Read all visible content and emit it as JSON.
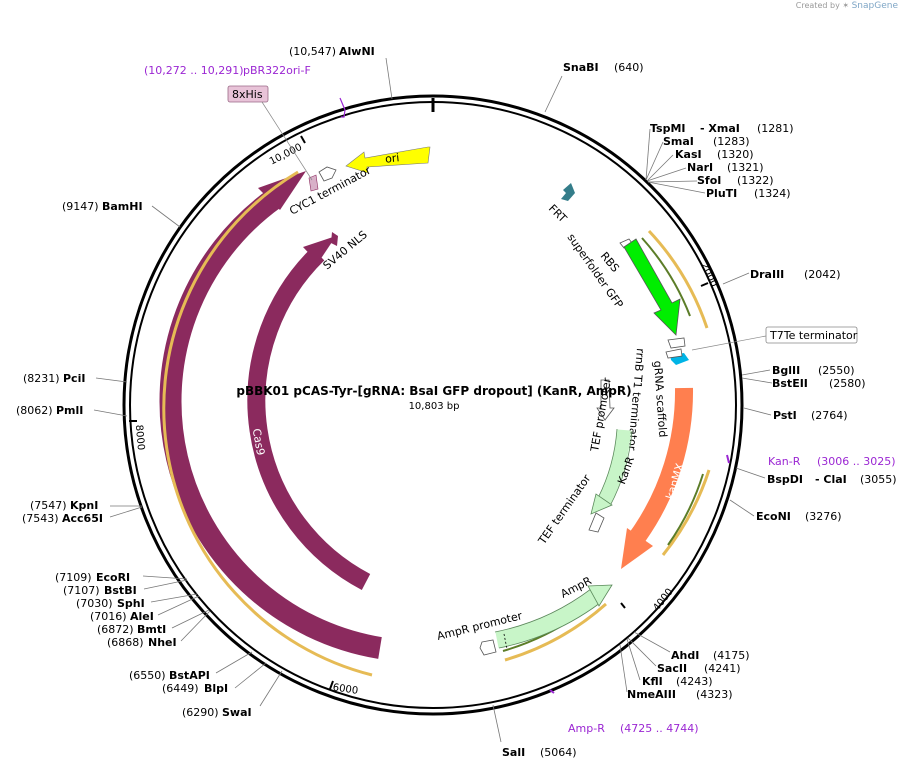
{
  "credit": {
    "prefix": "Created by",
    "brand": "SnapGene"
  },
  "map": {
    "title": "pBBK01 pCAS-Tyr-[gRNA: BsaI GFP dropout] (KanR, AmpR)",
    "length": "10,803 bp",
    "total_bp": 10803
  },
  "ticks": [
    "2000",
    "4000",
    "6000",
    "8000",
    "10,000"
  ],
  "features": [
    {
      "name": "Cas9",
      "type": "cds"
    },
    {
      "name": "Cas9",
      "type": "cds"
    },
    {
      "name": "ori",
      "type": "rep_origin"
    },
    {
      "name": "CYC1 terminator",
      "type": "terminator"
    },
    {
      "name": "SV40 NLS",
      "type": "misc"
    },
    {
      "name": "8xHis",
      "type": "tag"
    },
    {
      "name": "FRT",
      "type": "misc"
    },
    {
      "name": "RBS",
      "type": "rbs"
    },
    {
      "name": "superfolder GFP",
      "type": "cds"
    },
    {
      "name": "T7Te terminator",
      "type": "terminator"
    },
    {
      "name": "gRNA scaffold",
      "type": "misc"
    },
    {
      "name": "rrnB T1 terminator",
      "type": "terminator"
    },
    {
      "name": "kanMX",
      "type": "cds"
    },
    {
      "name": "TEF promoter",
      "type": "promoter"
    },
    {
      "name": "KanR",
      "type": "cds"
    },
    {
      "name": "TEF terminator",
      "type": "terminator"
    },
    {
      "name": "AmpR",
      "type": "cds"
    },
    {
      "name": "AmpR promoter",
      "type": "promoter"
    }
  ],
  "primers": [
    {
      "range": "(10,272 .. 10,291)",
      "name": "pBR322ori-F"
    },
    {
      "name": "Kan-R",
      "range": "(3006 .. 3025)"
    },
    {
      "name": "Amp-R",
      "range": "(4725 .. 4744)"
    }
  ],
  "sites": [
    {
      "pos": "(10,547)",
      "name": "AlwNI"
    },
    {
      "name": "SnaBI",
      "pos": "(640)"
    },
    {
      "name": "TspMI",
      "sep": "- XmaI",
      "pos": "(1281)"
    },
    {
      "name": "SmaI",
      "pos": "(1283)"
    },
    {
      "name": "KasI",
      "pos": "(1320)"
    },
    {
      "name": "NarI",
      "pos": "(1321)"
    },
    {
      "name": "SfoI",
      "pos": "(1322)"
    },
    {
      "name": "PluTI",
      "pos": "(1324)"
    },
    {
      "name": "DraIII",
      "pos": "(2042)"
    },
    {
      "name": "BglII",
      "pos": "(2550)"
    },
    {
      "name": "BstEII",
      "pos": "(2580)"
    },
    {
      "name": "PstI",
      "pos": "(2764)"
    },
    {
      "name": "BspDI",
      "sep": "- ClaI",
      "pos": "(3055)"
    },
    {
      "name": "EcoNI",
      "pos": "(3276)"
    },
    {
      "name": "AhdI",
      "pos": "(4175)"
    },
    {
      "name": "SacII",
      "pos": "(4241)"
    },
    {
      "name": "KflI",
      "pos": "(4243)"
    },
    {
      "name": "NmeAIII",
      "pos": "(4323)"
    },
    {
      "name": "SalI",
      "pos": "(5064)"
    },
    {
      "pos": "(6290)",
      "name": "SwaI"
    },
    {
      "pos": "(6449)",
      "name": "BlpI"
    },
    {
      "pos": "(6550)",
      "name": "BstAPI"
    },
    {
      "pos": "(6868)",
      "name": "NheI"
    },
    {
      "pos": "(6872)",
      "name": "BmtI"
    },
    {
      "pos": "(7016)",
      "name": "AleI"
    },
    {
      "pos": "(7030)",
      "name": "SphI"
    },
    {
      "pos": "(7107)",
      "name": "BstBI"
    },
    {
      "pos": "(7109)",
      "name": "EcoRI"
    },
    {
      "pos": "(7543)",
      "name": "Acc65I"
    },
    {
      "pos": "(7547)",
      "name": "KpnI"
    },
    {
      "pos": "(8062)",
      "name": "PmlI"
    },
    {
      "pos": "(8231)",
      "name": "PciI"
    },
    {
      "pos": "(9147)",
      "name": "BamHI"
    }
  ]
}
